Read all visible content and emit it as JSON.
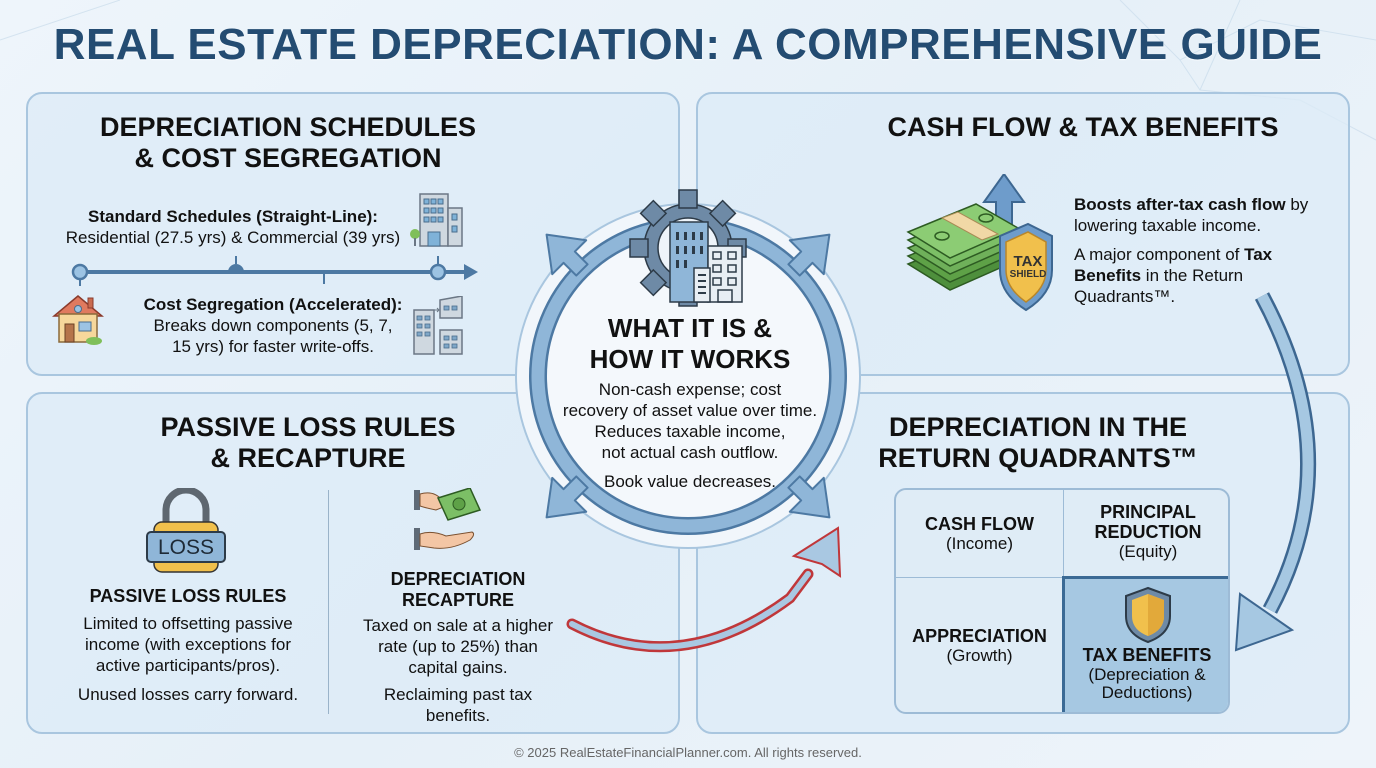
{
  "title": "REAL ESTATE DEPRECIATION: A COMPREHENSIVE GUIDE",
  "colors": {
    "title": "#244c72",
    "panel_bg": "#dcebf7",
    "panel_border": "#a9c6df",
    "arrow_blue": "#8fb6d8",
    "arrow_outline": "#4d79a3",
    "recapture_arrow_outline": "#c0373a",
    "shield_gold": "#f1c04c",
    "money_green": "#6fb05a"
  },
  "center": {
    "icon": "gear-buildings-icon",
    "title_line1": "WHAT IT IS &",
    "title_line2": "HOW IT WORKS",
    "body_lines": [
      "Non-cash expense; cost",
      "recovery of asset value over time.",
      "Reduces taxable income,",
      "not actual cash outflow."
    ],
    "note": "Book value decreases."
  },
  "schedules": {
    "title_line1": "DEPRECIATION SCHEDULES",
    "title_line2": "& COST SEGREGATION",
    "standard_heading": "Standard Schedules (Straight-Line):",
    "standard_text": "Residential (27.5 yrs) & Commercial (39 yrs)",
    "costseg_heading": "Cost Segregation (Accelerated):",
    "costseg_text_line1": "Breaks down components (5, 7,",
    "costseg_text_line2": "15 yrs) for faster write-offs.",
    "icons": [
      "house-icon",
      "office-building-icon",
      "segmented-building-icon",
      "timeline-arrow-icon"
    ]
  },
  "cashflow": {
    "title": "CASH FLOW & TAX BENEFITS",
    "p1_bold": "Boosts after-tax cash flow",
    "p1_rest": " by",
    "p1_line2": "lowering taxable income.",
    "p2_pre": "A major component of ",
    "p2_bold1": "Tax",
    "p2_bold2": "Benefits",
    "p2_rest": " in the Return",
    "p2_line3": "Quadrants™.",
    "shield_line1": "TAX",
    "shield_line2": "SHIELD",
    "icons": [
      "money-stack-icon",
      "up-arrow-icon",
      "tax-shield-icon"
    ]
  },
  "passive": {
    "title_line1": "PASSIVE LOSS RULES",
    "title_line2": "& RECAPTURE",
    "lock_label": "LOSS",
    "left_heading": "PASSIVE LOSS RULES",
    "left_lines": [
      "Limited to offsetting passive",
      "income (with exceptions for",
      "active participants/pros)."
    ],
    "left_note": "Unused losses carry forward.",
    "right_heading_line1": "DEPRECIATION",
    "right_heading_line2": "RECAPTURE",
    "right_lines": [
      "Taxed on sale at a higher",
      "rate (up to 25%) than",
      "capital gains."
    ],
    "right_note_line1": "Reclaiming past tax",
    "right_note_line2": "benefits."
  },
  "quadrants": {
    "title_line1": "DEPRECIATION IN THE",
    "title_line2": "RETURN QUADRANTS™",
    "cells": [
      {
        "name": "CASH FLOW",
        "sub": "(Income)"
      },
      {
        "name_line1": "PRINCIPAL",
        "name_line2": "REDUCTION",
        "sub": "(Equity)"
      },
      {
        "name": "APPRECIATION",
        "sub": "(Growth)"
      },
      {
        "name": "TAX BENEFITS",
        "sub_line1": "(Depreciation &",
        "sub_line2": "Deductions)",
        "highlighted": true
      }
    ]
  },
  "footer": "© 2025 RealEstateFinancialPlanner.com. All rights reserved."
}
